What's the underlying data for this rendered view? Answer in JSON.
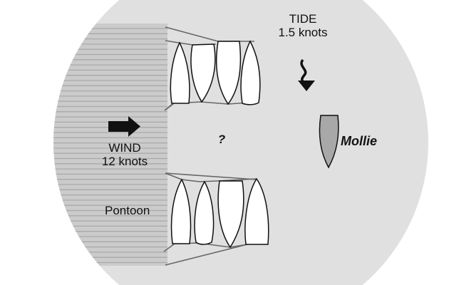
{
  "labels": {
    "tide_title": "TIDE",
    "tide_speed": "1.5 knots",
    "wind_title": "WIND",
    "wind_speed": "12 knots",
    "question": "?",
    "boat_name": "Mollie",
    "pontoon": "Pontoon"
  },
  "colors": {
    "water": "#e0e0e0",
    "pontoon": "#cbcbcb",
    "pontoon_lines": "#a9a9a9",
    "mollie": "#a8a8a8",
    "lines": "#666666"
  }
}
